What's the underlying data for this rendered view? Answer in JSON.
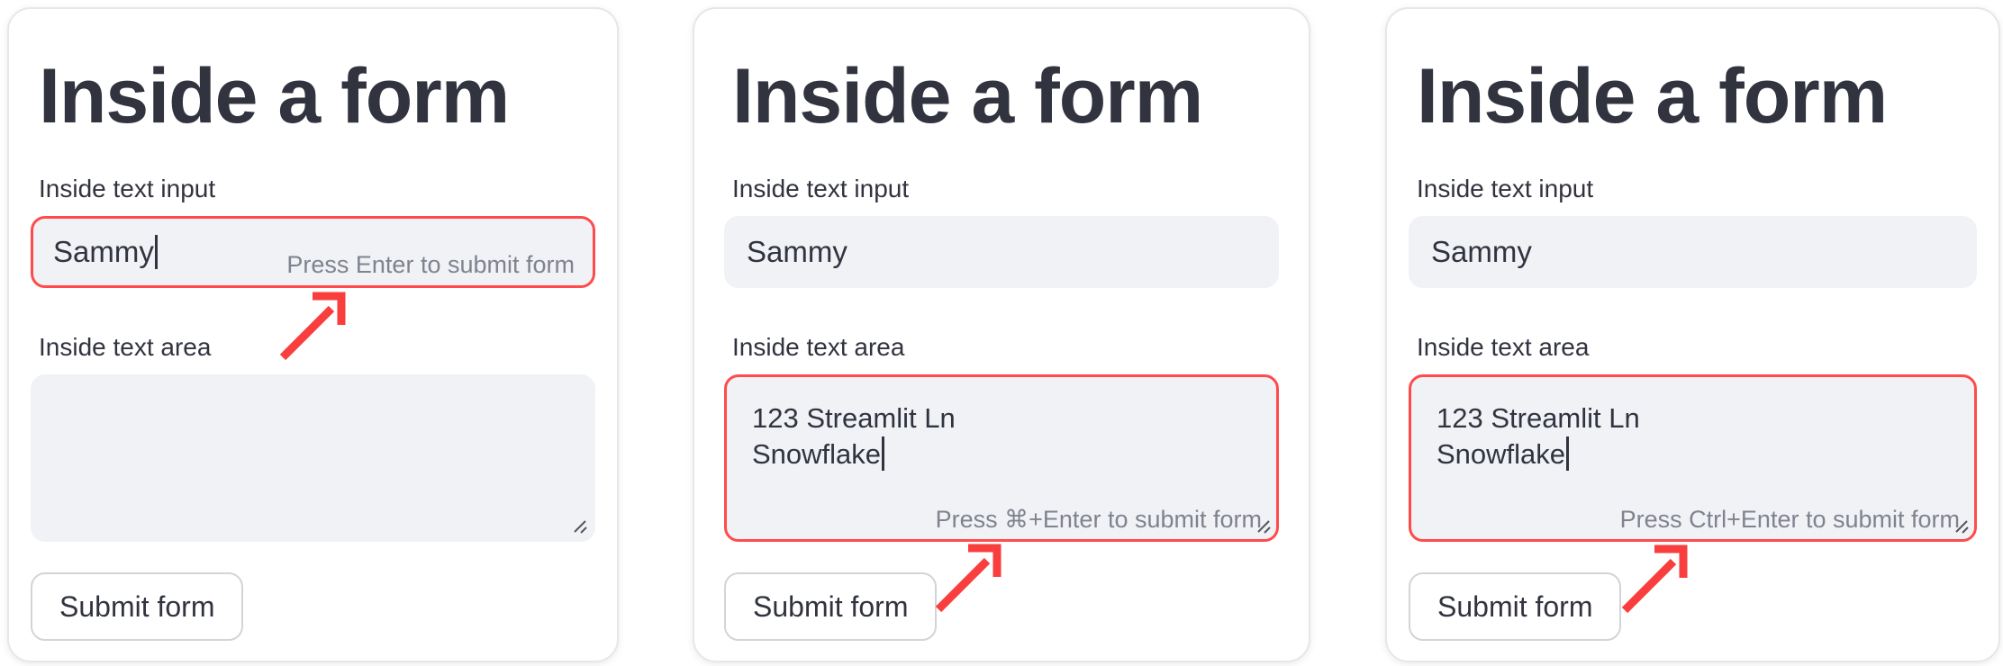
{
  "colors": {
    "text_dark": "#31333F",
    "hint_gray": "#80828E",
    "field_background": "#F0F2F6",
    "focus_border_red": "#FF4B4B",
    "arrow_red": "#F93E3E",
    "button_border": "#D3D4D8"
  },
  "icons": {
    "arrow": "annotation-arrow-icon",
    "resize": "resize-handle-icon",
    "caret": "text-cursor"
  },
  "panels": [
    {
      "title": "Inside a form",
      "text_input": {
        "label": "Inside text input",
        "value": "Sammy",
        "focused": true,
        "hint": "Press Enter to submit form"
      },
      "text_area": {
        "label": "Inside text area",
        "lines": [],
        "focused": false,
        "hint": ""
      },
      "submit_label": "Submit form"
    },
    {
      "title": "Inside a form",
      "text_input": {
        "label": "Inside text input",
        "value": "Sammy",
        "focused": false,
        "hint": ""
      },
      "text_area": {
        "label": "Inside text area",
        "lines": [
          "123 Streamlit Ln",
          "Snowflake"
        ],
        "focused": true,
        "hint": "Press ⌘+Enter to submit form"
      },
      "submit_label": "Submit form"
    },
    {
      "title": "Inside a form",
      "text_input": {
        "label": "Inside text input",
        "value": "Sammy",
        "focused": false,
        "hint": ""
      },
      "text_area": {
        "label": "Inside text area",
        "lines": [
          "123 Streamlit Ln",
          "Snowflake"
        ],
        "focused": true,
        "hint": "Press Ctrl+Enter to submit form"
      },
      "submit_label": "Submit form"
    }
  ]
}
